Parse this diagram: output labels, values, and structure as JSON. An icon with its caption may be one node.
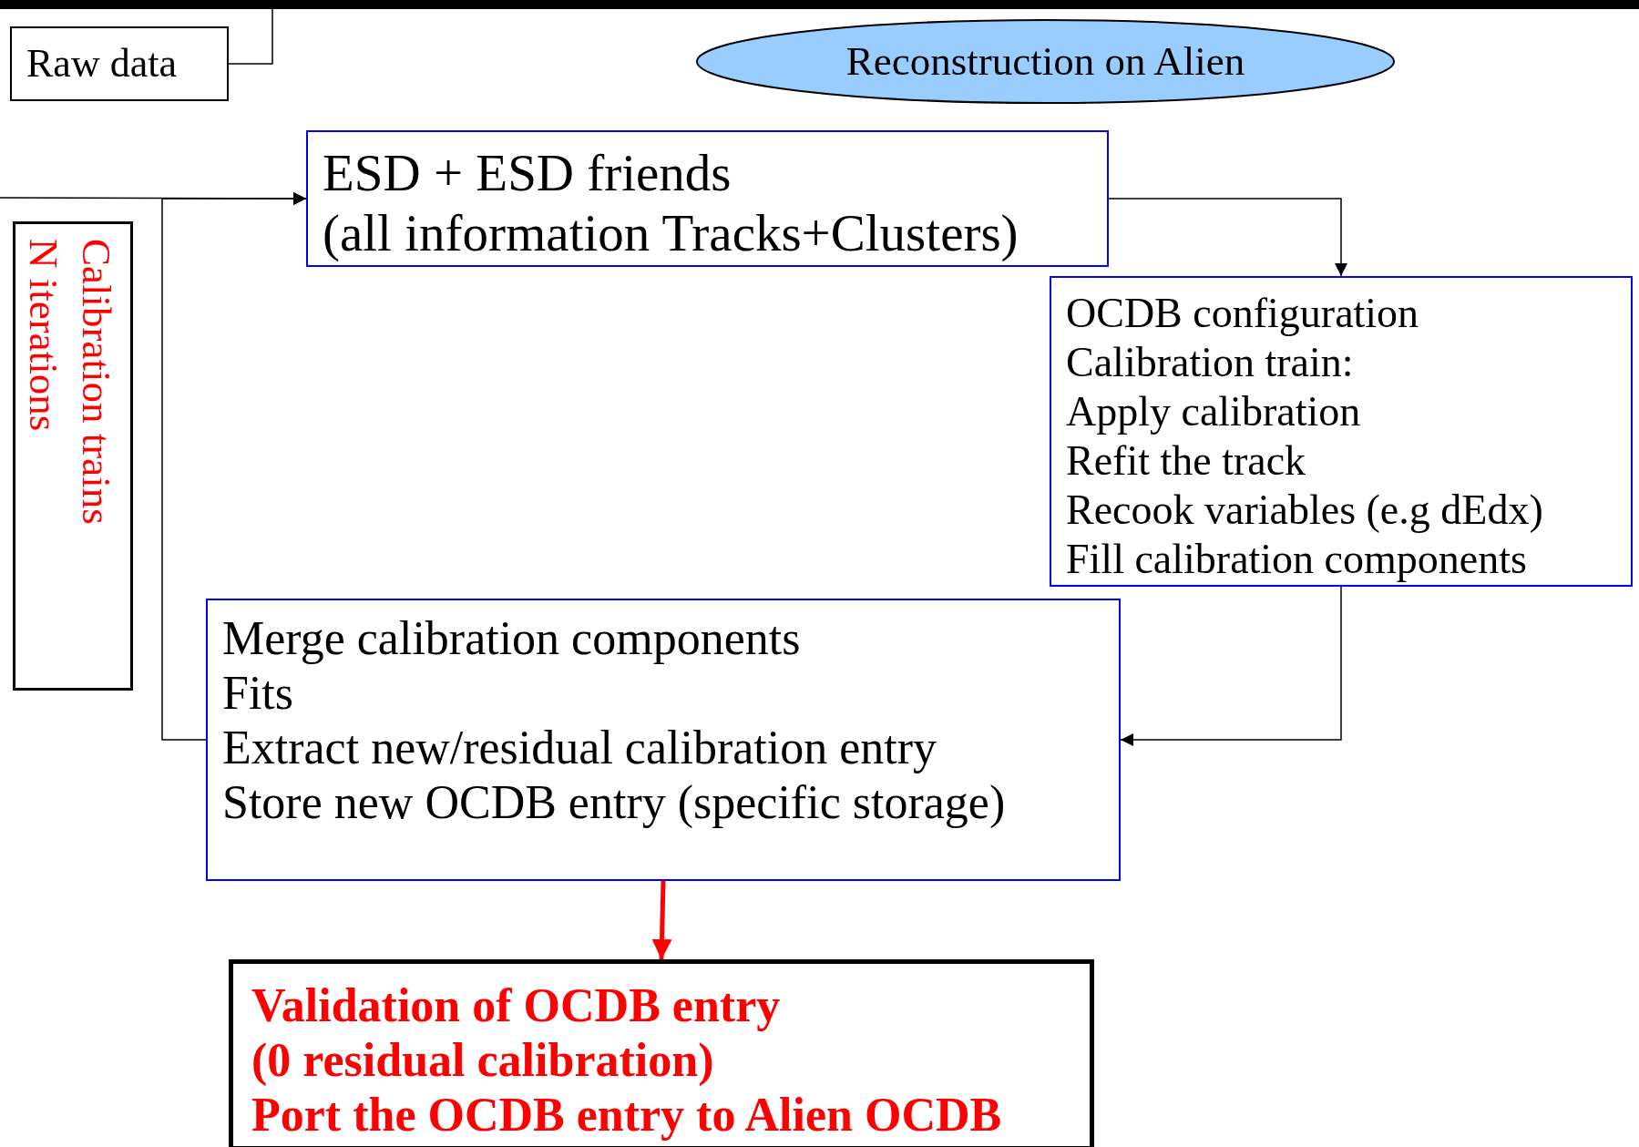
{
  "diagram": {
    "nodes": [
      {
        "text": [
          "Raw data"
        ]
      },
      {
        "text": [
          "Reconstruction on Alien"
        ]
      },
      {
        "text": [
          "ESD + ESD friends",
          "(all information Tracks+Clusters)"
        ]
      },
      {
        "text": [
          "OCDB configuration",
          "Calibration train:",
          "Apply calibration",
          "Refit the track",
          "Recook variables (e.g dEdx)",
          "Fill calibration components"
        ]
      },
      {
        "text": [
          "Merge calibration components",
          "Fits",
          "Extract new/residual calibration entry",
          "Store new OCDB entry (specific storage)"
        ]
      },
      {
        "text": [
          "Validation of OCDB entry",
          "(0 residual calibration)",
          "Port the OCDB entry to Alien OCDB"
        ]
      },
      {
        "text": [
          "Calibration trains",
          "N iterations"
        ]
      }
    ],
    "edges": [
      {
        "from": 0,
        "to": null,
        "arrow": "none"
      },
      {
        "from": null,
        "to": 2,
        "arrow": "to"
      },
      {
        "from": 4,
        "to": 2,
        "arrow": "to"
      },
      {
        "from": 2,
        "to": 3,
        "arrow": "to"
      },
      {
        "from": 3,
        "to": 4,
        "arrow": "to"
      },
      {
        "from": 4,
        "to": 5,
        "arrow": "to",
        "style": "thick",
        "color": "#ff0000"
      }
    ]
  }
}
